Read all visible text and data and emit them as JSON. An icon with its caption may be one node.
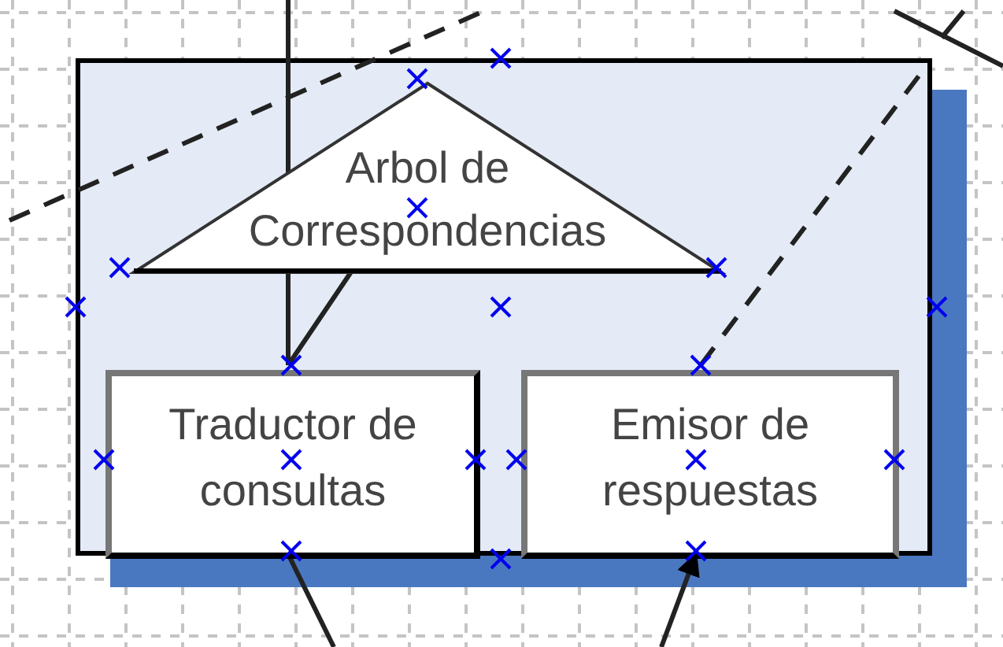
{
  "diagram": {
    "nodes": [
      {
        "text": [],
        "shape": "box"
      },
      {
        "text": [
          "Arbol de Correspondencias"
        ],
        "in": 0
      },
      {
        "text": [
          "Traductor de consultas"
        ],
        "in": 0
      },
      {
        "text": [
          "Emisor de respuestas"
        ],
        "in": 0
      }
    ],
    "edges": [
      {
        "from": null,
        "to": 2,
        "arrow": "none"
      },
      {
        "from": 2,
        "to": 1,
        "arrow": "none"
      },
      {
        "from": 3,
        "to": 0,
        "arrow": "none",
        "style": "dashed"
      },
      {
        "from": 2,
        "to": null,
        "arrow": "none"
      },
      {
        "from": null,
        "to": 3,
        "arrow": "to"
      }
    ]
  }
}
